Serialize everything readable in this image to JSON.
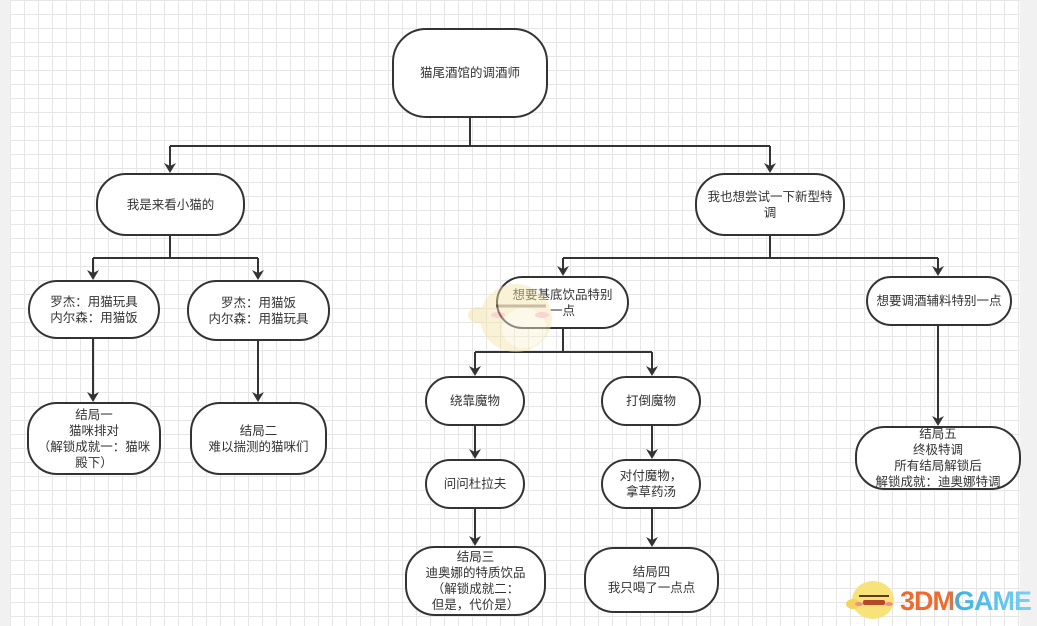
{
  "nodes": {
    "root": "猫尾酒馆的调酒师",
    "a": "我是来看小猫的",
    "b": "我也想尝试一下新型特调",
    "a1": [
      "罗杰：用猫玩具",
      "内尔森：用猫饭"
    ],
    "a2": [
      "罗杰：用猫饭",
      "内尔森：用猫玩具"
    ],
    "e1": [
      "结局一",
      "猫咪排对",
      "（解锁成就一：猫咪",
      "殿下）"
    ],
    "e2": [
      "结局二",
      "难以揣测的猫咪们"
    ],
    "b1": "想要基底饮品特别一点",
    "b2": "想要调酒辅料特别一点",
    "c1": "绕靠魔物",
    "c2": "问问杜拉夫",
    "d1": "打倒魔物",
    "d2": [
      "对付魔物，",
      "拿草药汤"
    ],
    "e3": [
      "结局三",
      "迪奥娜的特质饮品",
      "（解锁成就二：",
      "但是，代价是）"
    ],
    "e4": [
      "结局四",
      "我只喝了一点点"
    ],
    "e5": [
      "结局五",
      "终极特调",
      "所有结局解锁后",
      "解锁成就：迪奥娜特调"
    ]
  },
  "watermark": {
    "logo_text": "3DMGAME"
  },
  "colors": {
    "stroke": "#333333",
    "grid": "#e6e6e6"
  }
}
